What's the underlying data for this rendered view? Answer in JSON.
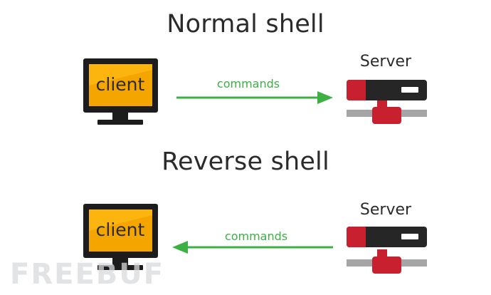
{
  "top": {
    "title": "Normal shell",
    "client_label": "client",
    "server_label": "Server",
    "arrow_label": "commands"
  },
  "bottom": {
    "title": "Reverse shell",
    "client_label": "client",
    "server_label": "Server",
    "arrow_label": "commands"
  },
  "watermark": "FREEBUF",
  "colors": {
    "monitor_frame": "#1c1c1c",
    "screen": "#f5a500",
    "screen_light": "#ffc21a",
    "arrow": "#3cb043",
    "server_body": "#262626",
    "server_red": "#c8202f",
    "server_gray": "#a5a5a5"
  },
  "icons": [
    "monitor-icon",
    "server-icon",
    "arrow-right-icon",
    "arrow-left-icon"
  ]
}
